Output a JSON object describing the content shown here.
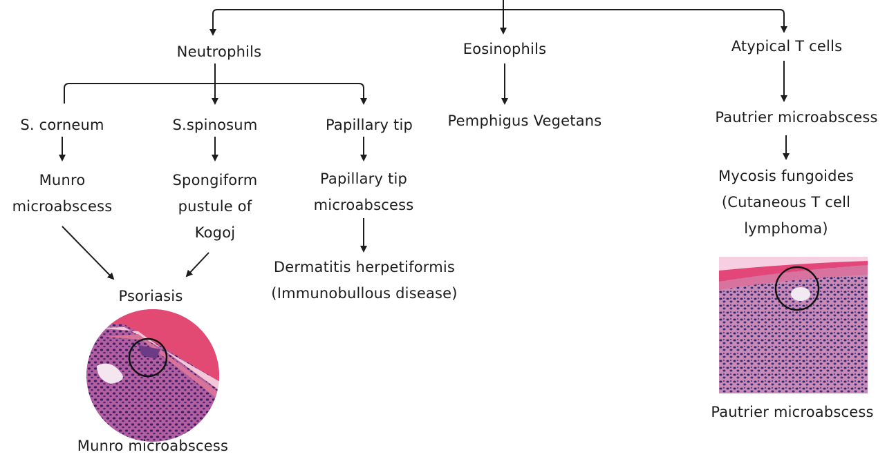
{
  "nodes": {
    "neutrophils": "Neutrophils",
    "eosinophils": "Eosinophils",
    "atypical_t_cells": "Atypical T cells",
    "s_corneum": "S. corneum",
    "s_spinosum": "S.spinosum",
    "papillary_tip": "Papillary tip",
    "pemphigus_vegetans": "Pemphigus Vegetans",
    "pautrier_microabscess": "Pautrier microabscess",
    "munro_microabscess": [
      "Munro",
      "microabscess"
    ],
    "spongiform_pustule": [
      "Spongiform",
      "pustule of",
      "Kogoj"
    ],
    "papillary_tip_microabscess": [
      "Papillary tip",
      "microabscess"
    ],
    "dermatitis_herpetiformis": [
      "Dermatitis herpetiformis",
      "(Immunobullous disease)"
    ],
    "mycosis_fungoides": [
      "Mycosis fungoides",
      "(Cutaneous T cell",
      "lymphoma)"
    ],
    "psoriasis": "Psoriasis"
  },
  "captions": {
    "munro_image": "Munro microabscess",
    "pautrier_image": "Pautrier microabscess"
  },
  "colors": {
    "ink": "#1c1c1c",
    "stain_pink": "#e0507a",
    "stain_purple": "#7a3a8c"
  }
}
